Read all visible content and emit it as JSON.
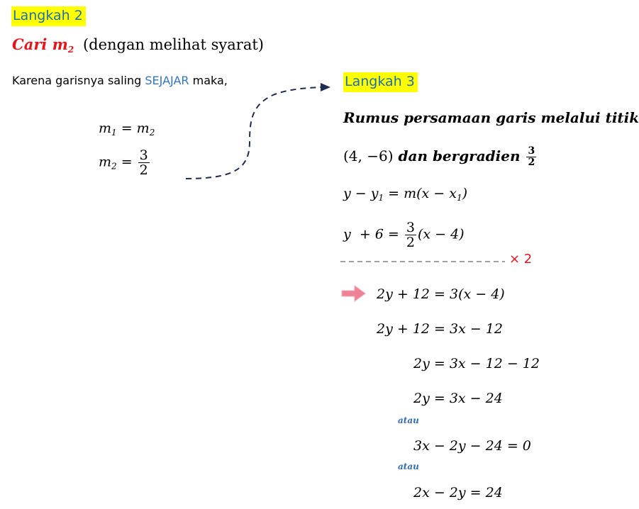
{
  "step2": {
    "heading": "Langkah 2",
    "find_word": "Cari m",
    "find_sub": "2",
    "find_note": "(dengan melihat syarat)",
    "reason_before": "Karena garisnya saling ",
    "reason_keyword": "SEJAJAR",
    "reason_after": " maka,",
    "eq1_left": "m",
    "eq1_left_sub": "1",
    "eq1_op": " = ",
    "eq1_right": "m",
    "eq1_right_sub": "2",
    "eq2_left": "m",
    "eq2_left_sub": "2",
    "eq2_op": " = ",
    "eq2_num": "3",
    "eq2_den": "2"
  },
  "step3": {
    "heading": "Langkah 3",
    "rule_line1": "Rumus persamaan garis melalui titik",
    "rule_point": "(4, −6)",
    "rule_mid": " dan bergradien ",
    "rule_num": "3",
    "rule_den": "2",
    "formula_a": "y − y",
    "formula_a_sub": "1",
    "formula_b": " = m(x − x",
    "formula_b_sub": "1",
    "formula_c": ")",
    "subst_left": "y  + 6 = ",
    "subst_num": "3",
    "subst_den": "2",
    "subst_right": "(x − 4)",
    "multiplier": "× 2",
    "lines": [
      "2y + 12 = 3(x − 4)",
      "2y + 12 = 3x − 12",
      "2y = 3x − 12 − 12",
      "2y = 3x − 24",
      "3x − 2y − 24 = 0",
      "2x − 2y = 24"
    ],
    "or_word_1": "atau",
    "or_word_2": "atau"
  },
  "colors": {
    "highlight": "#ffff00",
    "heading_text": "#1f6fb8",
    "red": "#e8141c",
    "keyword_blue": "#2f75c4",
    "arrow": "#1f2d4f",
    "pointer_pink": "#ef8196"
  },
  "icons": {
    "connector": "dashed-curved-arrow-icon",
    "pointer": "pink-arrow-icon"
  }
}
